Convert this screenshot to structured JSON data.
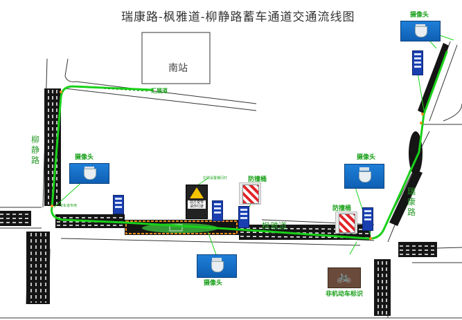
{
  "title": "瑞康路-枫雅道-柳静路蓄车通道交通流线图",
  "roads": {
    "liujing": "柳静路",
    "fengya": "枫雅道",
    "ruikang": "瑞康路"
  },
  "buildings": {
    "south_station": "南站"
  },
  "labels": {
    "huizhan": "汇展道",
    "camera_top_right": "摄像头",
    "camera_left": "摄像头",
    "camera_right": "摄像头",
    "camera_bottom": "摄像头",
    "barrier_mid": "防撞桶",
    "barrier_right": "防撞桶",
    "bike_sign": "非机动车标识",
    "warning_sign_text": "前方变窄 请你行驶",
    "lane_note_top": "左侧设置爆闪灯",
    "lane_note_left": "单车道专用"
  },
  "colors": {
    "route": "#19d119",
    "route_dark": "#0c8a0c",
    "road_line": "#222222",
    "lane_fill": "#111111",
    "orange_lane": "#f08a20",
    "camera_blue": "#1f7fd8",
    "sign_blue": "#1a3fb0"
  },
  "icons": [
    "camera-icon",
    "vertical-sign-icon",
    "barrier-barrel-icon",
    "bicycle-icon",
    "warning-triangle-icon"
  ]
}
